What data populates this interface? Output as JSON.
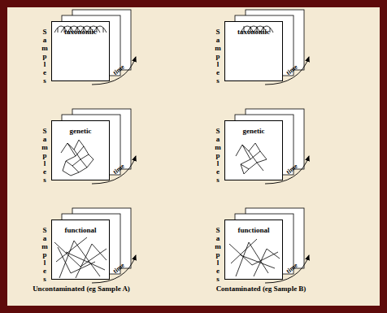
{
  "diagram": {
    "nodes": [
      {
        "text": [
          "taxonomic"
        ]
      },
      {
        "text": [
          "taxonomic"
        ]
      },
      {
        "text": [
          "genetic"
        ]
      },
      {
        "text": [
          "genetic"
        ]
      },
      {
        "text": [
          "functional"
        ]
      },
      {
        "text": [
          "functional"
        ]
      }
    ],
    "labels": [
      "Samples",
      "time",
      "Samples",
      "time",
      "Samples",
      "time",
      "Samples",
      "time",
      "Samples",
      "time",
      "Samples",
      "time",
      "Uncontaminated (eg Sample A)",
      "Contaminated (eg Sample B)"
    ]
  }
}
